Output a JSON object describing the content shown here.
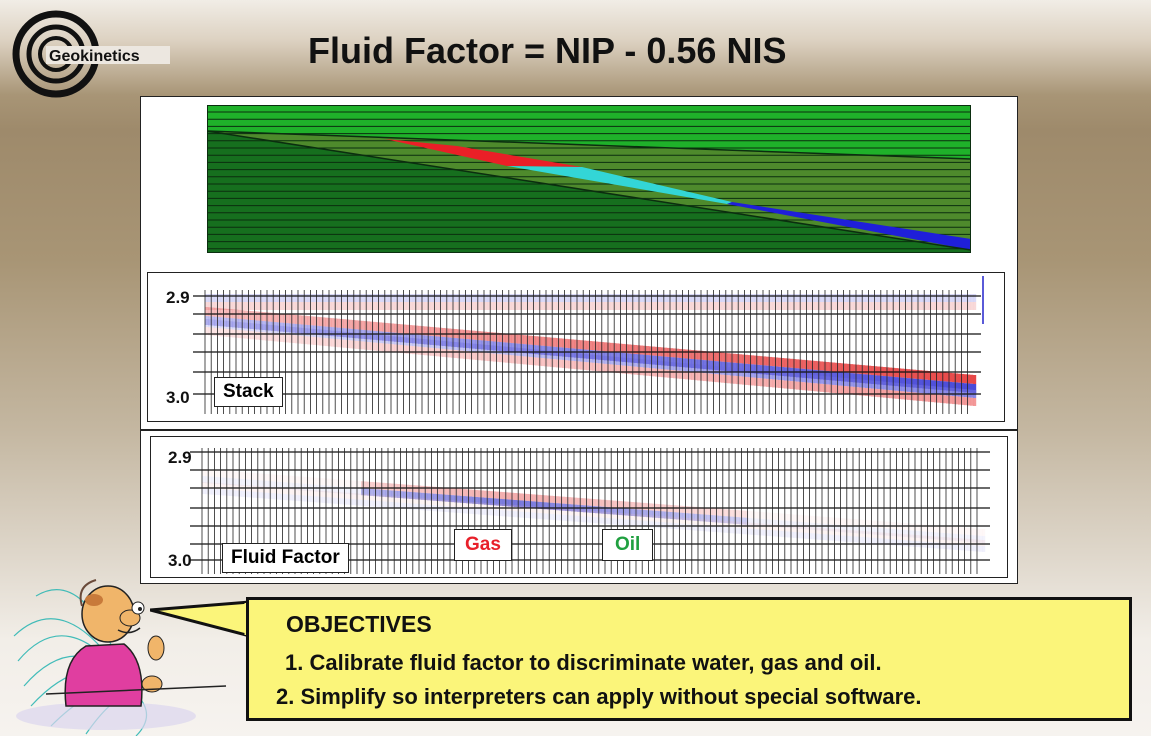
{
  "logo": {
    "text": "Geokinetics",
    "icon": "geokinetics-logo"
  },
  "title": "Fluid Factor = NIP - 0.56 NIS",
  "model": {
    "layer_colors": [
      "#1fb12a",
      "#166f1e",
      "#4e8a2c"
    ],
    "zones": [
      {
        "fluid": "gas",
        "color": "#ea1f27"
      },
      {
        "fluid": "water",
        "color": "#33d6d6"
      },
      {
        "fluid": "oil",
        "color": "#1f1fd9"
      }
    ]
  },
  "stack_panel": {
    "label": "Stack",
    "time_top": "2.9",
    "time_bottom": "3.0"
  },
  "fluid_panel": {
    "label": "Fluid Factor",
    "time_top": "2.9",
    "time_bottom": "3.0",
    "gas_label": "Gas",
    "oil_label": "Oil"
  },
  "legend_colors": {
    "gas": "#e8202a",
    "oil": "#20a040"
  },
  "objectives": {
    "heading": "OBJECTIVES",
    "items": [
      "1. Calibrate fluid factor to discriminate water, gas and oil.",
      "2. Simplify so interpreters can apply without special software."
    ]
  }
}
